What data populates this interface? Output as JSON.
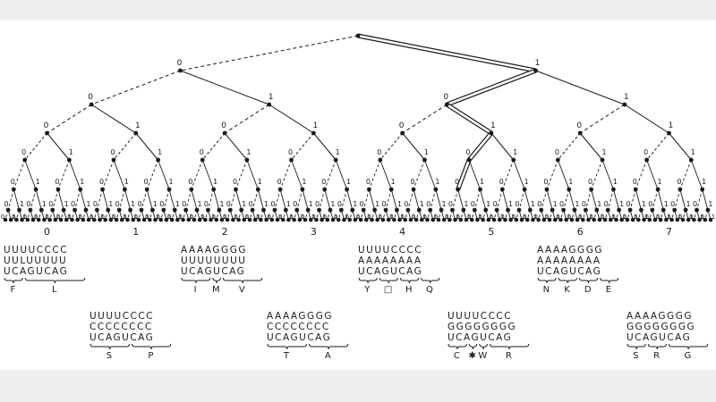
{
  "tree": {
    "bit_labels": [
      "0",
      "1"
    ],
    "octal_labels": [
      "0",
      "1",
      "2",
      "3",
      "4",
      "5",
      "6",
      "7"
    ]
  },
  "codon_groups": [
    {
      "id": "g0",
      "rows": [
        "UUUUCCCC",
        "UULUUUUU",
        "UCAGUCAG"
      ],
      "aa": [
        {
          "label": "F",
          "span": [
            0,
            2
          ]
        },
        {
          "label": "L",
          "span": [
            2,
            8
          ]
        }
      ]
    },
    {
      "id": "g1",
      "rows": [
        "UUUUCCCC",
        "CCCCCCCC",
        "UCAGUCAG"
      ],
      "aa": [
        {
          "label": "S",
          "span": [
            0,
            4
          ]
        },
        {
          "label": "P",
          "span": [
            4,
            8
          ]
        }
      ]
    },
    {
      "id": "g2",
      "rows": [
        "AAAAGGGG",
        "UUUUUUUU",
        "UCAGUCAG"
      ],
      "aa": [
        {
          "label": "I",
          "span": [
            0,
            3
          ]
        },
        {
          "label": "M",
          "span": [
            3,
            4
          ]
        },
        {
          "label": "V",
          "span": [
            4,
            8
          ]
        }
      ]
    },
    {
      "id": "g3",
      "rows": [
        "AAAAGGGG",
        "CCCCCCCC",
        "UCAGUCAG"
      ],
      "aa": [
        {
          "label": "T",
          "span": [
            0,
            4
          ]
        },
        {
          "label": "A",
          "span": [
            4,
            8
          ]
        }
      ]
    },
    {
      "id": "g4",
      "rows": [
        "UUUUCCCC",
        "AAAAAAAA",
        "UCAGUCAG"
      ],
      "aa": [
        {
          "label": "Y",
          "span": [
            0,
            2
          ]
        },
        {
          "label": "□",
          "span": [
            2,
            4
          ]
        },
        {
          "label": "H",
          "span": [
            4,
            6
          ]
        },
        {
          "label": "Q",
          "span": [
            6,
            8
          ]
        }
      ]
    },
    {
      "id": "g5",
      "rows": [
        "UUUUCCCC",
        "GGGGGGGG",
        "UCAGUCAG"
      ],
      "aa": [
        {
          "label": "C",
          "span": [
            0,
            2
          ]
        },
        {
          "label": "✱",
          "span": [
            2,
            3
          ]
        },
        {
          "label": "W",
          "span": [
            3,
            4
          ]
        },
        {
          "label": "R",
          "span": [
            4,
            8
          ]
        }
      ]
    },
    {
      "id": "g6",
      "rows": [
        "AAAAGGGG",
        "AAAAAAAA",
        "UCAGUCAG"
      ],
      "aa": [
        {
          "label": "N",
          "span": [
            0,
            2
          ]
        },
        {
          "label": "K",
          "span": [
            2,
            4
          ]
        },
        {
          "label": "D",
          "span": [
            4,
            6
          ]
        },
        {
          "label": "E",
          "span": [
            6,
            8
          ]
        }
      ]
    },
    {
      "id": "g7",
      "rows": [
        "AAAAGGGG",
        "GGGGGGGG",
        "UCAGUCAG"
      ],
      "aa": [
        {
          "label": "S",
          "span": [
            0,
            2
          ]
        },
        {
          "label": "R",
          "span": [
            2,
            4
          ]
        },
        {
          "label": "G",
          "span": [
            4,
            8
          ]
        }
      ]
    }
  ],
  "colors": {
    "ink": "#1a1a1a",
    "paper": "#ffffff",
    "band": "#eeeeee"
  }
}
